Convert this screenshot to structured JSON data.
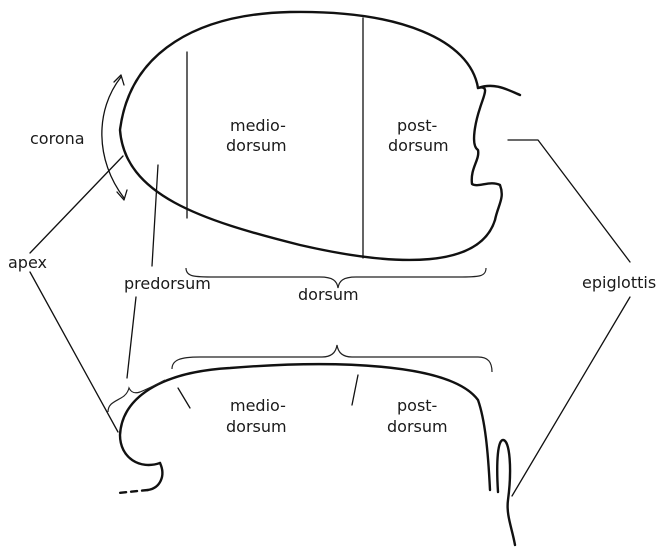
{
  "labels": {
    "corona": "corona",
    "apex": "apex",
    "predorsum": "predorsum",
    "dorsum": "dorsum",
    "epiglottis": "epiglottis",
    "top_medio_1": "medio-",
    "top_medio_2": "dorsum",
    "top_post_1": "post-",
    "top_post_2": "dorsum",
    "bottom_medio_1": "medio-",
    "bottom_medio_2": "dorsum",
    "bottom_post_1": "post-",
    "bottom_post_2": "dorsum"
  }
}
